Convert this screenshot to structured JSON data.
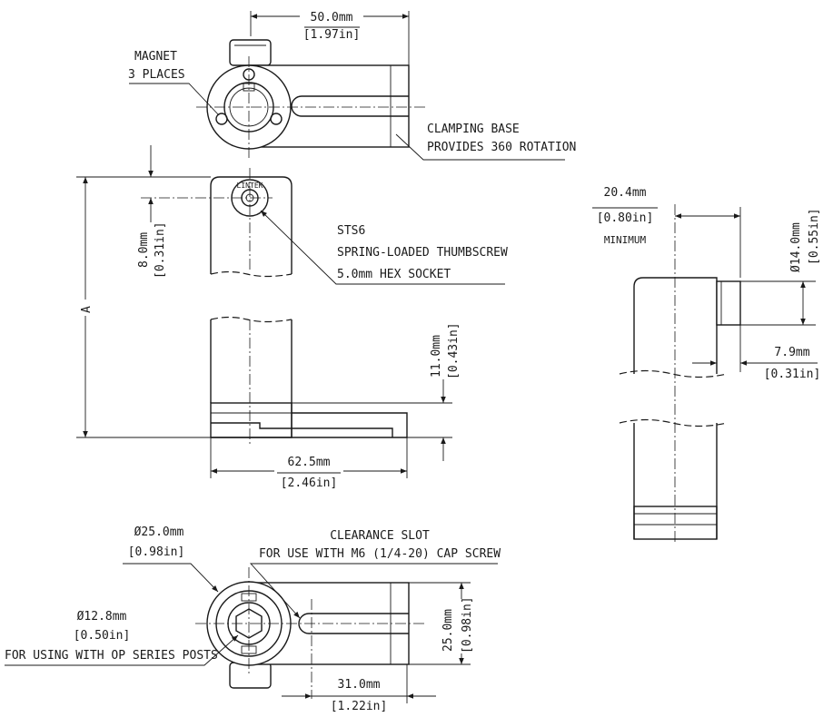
{
  "top_view": {
    "width_mm": "50.0mm",
    "width_in": "[1.97in]",
    "magnet_line1": "MAGNET",
    "magnet_line2": "3 PLACES",
    "clamp_line1": "CLAMPING BASE",
    "clamp_line2": "PROVIDES 360 ROTATION"
  },
  "front_view": {
    "offset_mm": "8.0mm",
    "offset_in": "[0.31in]",
    "height_label": "A",
    "screw_line1": "STS6",
    "screw_line2": "SPRING-LOADED THUMBSCREW",
    "screw_line3": "5.0mm HEX SOCKET",
    "base_height_mm": "11.0mm",
    "base_height_in": "[0.43in]",
    "base_width_mm": "62.5mm",
    "base_width_in": "[2.46in]"
  },
  "side_view": {
    "min_mm": "20.4mm",
    "min_in": "[0.80in]",
    "min_label": "MINIMUM",
    "dia_mm": "Ø14.0mm",
    "dia_in": "[0.55in]",
    "depth_mm": "7.9mm",
    "depth_in": "[0.31in]"
  },
  "bottom_view": {
    "outer_dia_mm": "Ø25.0mm",
    "outer_dia_in": "[0.98in]",
    "inner_dia_mm": "Ø12.8mm",
    "inner_dia_in": "[0.50in]",
    "inner_note": "FOR USING WITH OP SERIES POSTS",
    "slot_line1": "CLEARANCE SLOT",
    "slot_line2": "FOR USE WITH M6 (1/4-20) CAP SCREW",
    "slot_width_mm": "25.0mm",
    "slot_width_in": "[0.98in]",
    "slot_len_mm": "31.0mm",
    "slot_len_in": "[1.22in]"
  },
  "logo_text": "LINTEK"
}
